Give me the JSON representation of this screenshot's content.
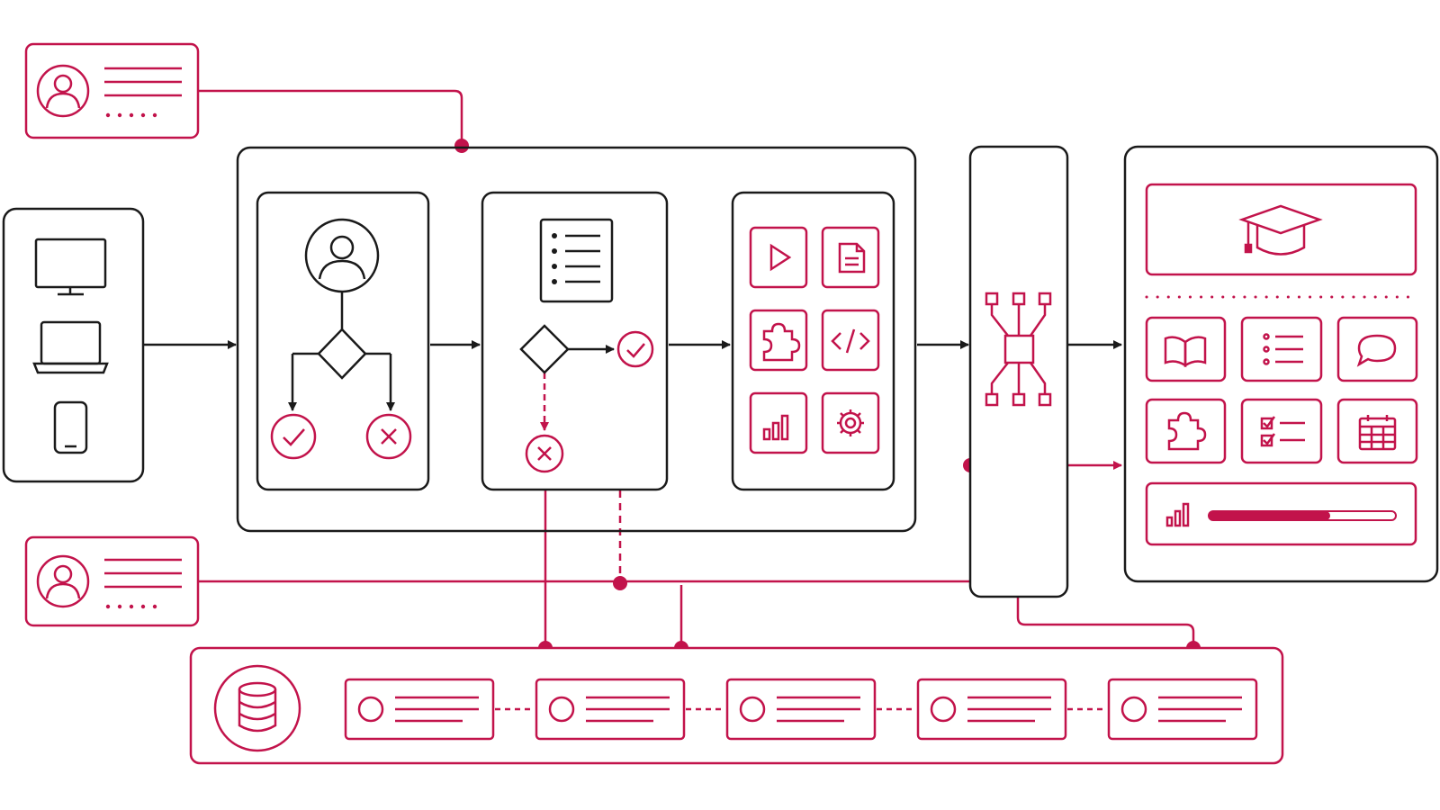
{
  "colors": {
    "accent": "#c2134b",
    "ink": "#1a1a1a",
    "background": "#ffffff"
  },
  "actors": [
    {
      "id": "actor-top",
      "icon": "user-icon",
      "dot_count": 5
    },
    {
      "id": "actor-bottom",
      "icon": "user-icon",
      "dot_count": 5
    }
  ],
  "devices": [
    "monitor-icon",
    "laptop-icon",
    "smartphone-icon"
  ],
  "process_panels": [
    {
      "id": "user-decision-panel",
      "icons": [
        "user-icon",
        "decision-diamond-icon",
        "check-circle-icon",
        "x-circle-icon"
      ]
    },
    {
      "id": "checklist-decision-panel",
      "icons": [
        "checklist-icon",
        "decision-diamond-icon",
        "check-circle-icon",
        "x-circle-icon"
      ]
    },
    {
      "id": "content-types-panel",
      "icons": [
        "play-icon",
        "document-icon",
        "puzzle-icon",
        "code-icon",
        "bar-chart-icon",
        "gear-icon"
      ]
    }
  ],
  "hub": {
    "icon": "network-hub-icon"
  },
  "portal": {
    "banner_icon": "graduation-cap-icon",
    "tiles": [
      "book-icon",
      "list-icon",
      "chat-icon",
      "puzzle-icon",
      "checklist-icon",
      "calendar-icon"
    ],
    "progress_icon": "bar-chart-icon",
    "progress_fraction": 0.65
  },
  "database": {
    "icon": "database-icon",
    "records": 5
  }
}
